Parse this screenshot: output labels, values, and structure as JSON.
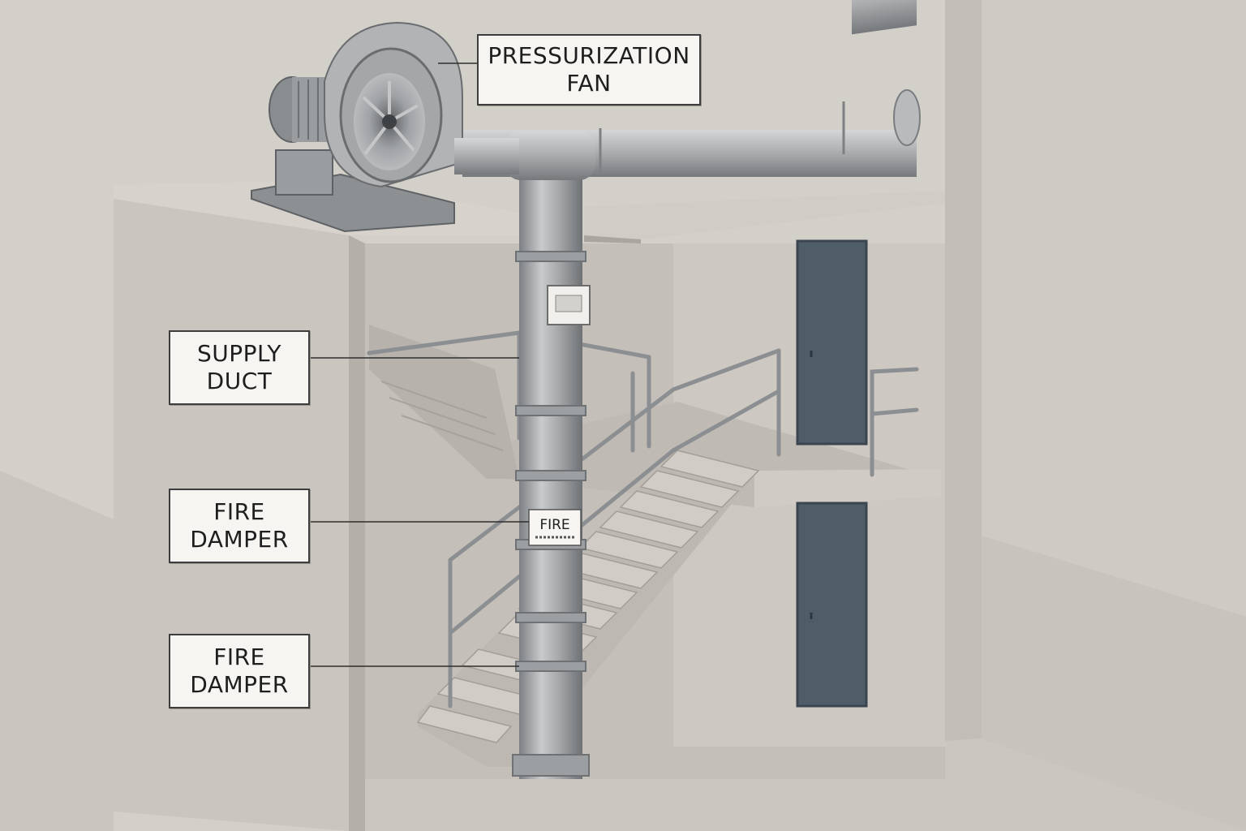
{
  "labels": {
    "fan": {
      "line1": "PRESSURIZATION",
      "line2": "FAN"
    },
    "supply_duct": {
      "line1": "SUPPLY",
      "line2": "DUCT"
    },
    "fire_damper_upper": {
      "line1": "FIRE",
      "line2": "DAMPER"
    },
    "fire_damper_lower": {
      "line1": "FIRE",
      "line2": "DAMPER"
    }
  },
  "duct_tag": "FIRE",
  "colors": {
    "background": "#d6d2cc",
    "concrete": "#c9c4bc",
    "metal": "#a9abad",
    "door": "#4f5d69",
    "label_bg": "#f6f5f2"
  }
}
